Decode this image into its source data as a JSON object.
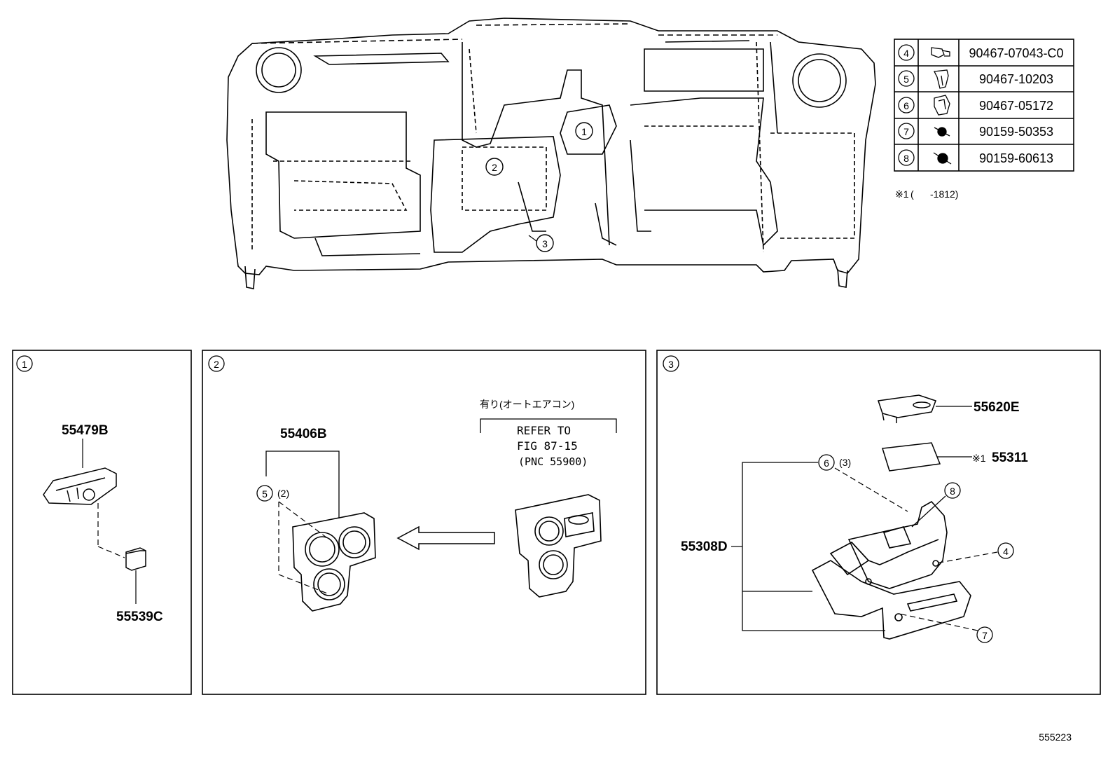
{
  "fastener_table": [
    {
      "index": "4",
      "part_number": "90467-07043-C0"
    },
    {
      "index": "5",
      "part_number": "90467-10203"
    },
    {
      "index": "6",
      "part_number": "90467-05172"
    },
    {
      "index": "7",
      "part_number": "90159-50353"
    },
    {
      "index": "8",
      "part_number": "90159-60613"
    }
  ],
  "footnote": {
    "mark": "※1",
    "text": "(      -1812)"
  },
  "overview_callouts": [
    "1",
    "2",
    "3"
  ],
  "panel1": {
    "tag": "1",
    "part_a": "55479B",
    "part_b": "55539C"
  },
  "panel2": {
    "tag": "2",
    "part_main": "55406B",
    "clip_ref": "5",
    "clip_qty": "(2)",
    "condition": "有り(オートエアコン)",
    "refer_line1": "REFER TO",
    "refer_line2": "FIG 87-15",
    "refer_line3": "(PNC 55900)"
  },
  "panel3": {
    "tag": "3",
    "part_top": "55620E",
    "part_mat_mark": "※1",
    "part_mat": "55311",
    "part_box": "55308D",
    "clip6": "6",
    "clip6_qty": "(3)",
    "ref8": "8",
    "ref4": "4",
    "ref7": "7"
  },
  "illustration_id": "555223"
}
